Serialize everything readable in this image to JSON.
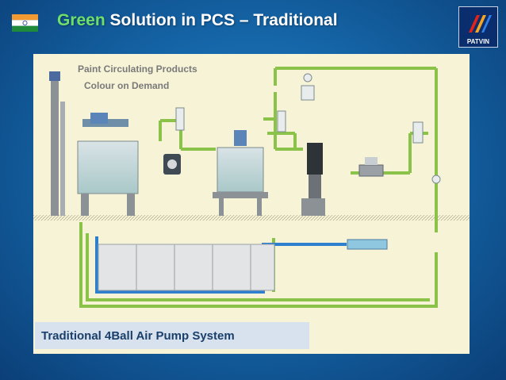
{
  "header": {
    "title_highlight": "Green",
    "title_rest": " Solution  in PCS – Traditional",
    "logo_text": "PATVIN",
    "flag_icon": "india-flag-icon",
    "colors": {
      "highlight": "#6ee06a",
      "text": "#ffffff"
    }
  },
  "diagram": {
    "label_line1": "Paint Circulating Products",
    "label_line2": "Colour on Demand",
    "caption": "Traditional 4Ball Air Pump System"
  }
}
